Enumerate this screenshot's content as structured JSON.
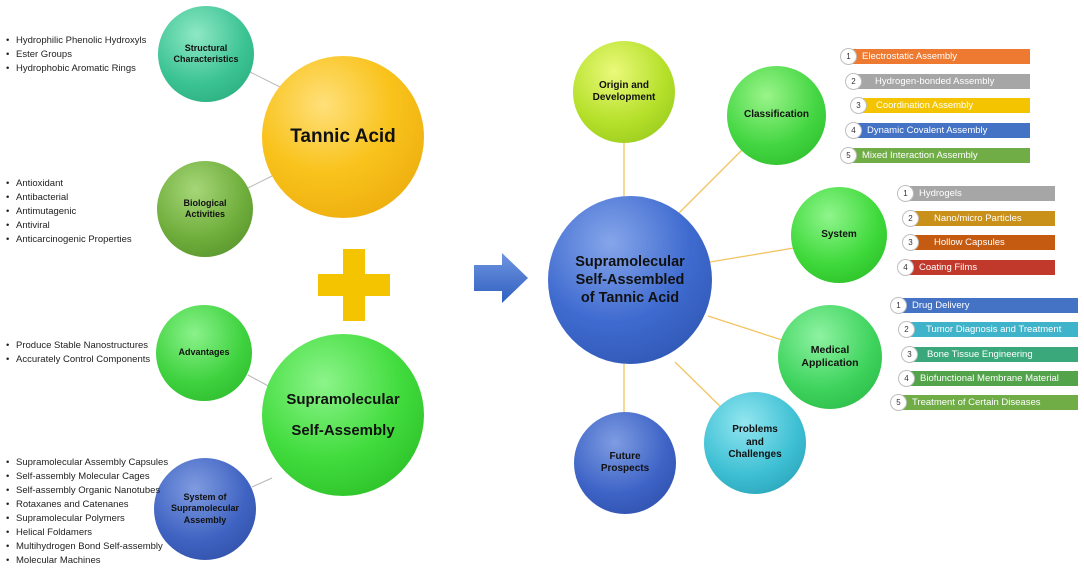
{
  "left": {
    "tannic_acid": "Tannic Acid",
    "structural_characteristics": [
      "Structural",
      "Characteristics"
    ],
    "structural_list": [
      "Hydrophilic Phenolic Hydroxyls",
      "Ester Groups",
      "Hydrophobic Aromatic Rings"
    ],
    "biological_activities": [
      "Biological",
      "Activities"
    ],
    "biological_list": [
      "Antioxidant",
      "Antibacterial",
      "Antimutagenic",
      "Antiviral",
      "Anticarcinogenic Properties"
    ],
    "supramolecular": [
      "Supramolecular",
      "Self-Assembly"
    ],
    "advantages": "Advantages",
    "advantages_list": [
      "Produce Stable Nanostructures",
      "Accurately Control Components"
    ],
    "system": [
      "System of",
      "Supramolecular",
      "Assembly"
    ],
    "system_list": [
      "Supramolecular Assembly Capsules",
      "Self-assembly Molecular Cages",
      "Self-assembly Organic Nanotubes",
      "Rotaxanes and Catenanes",
      "Supramolecular Polymers",
      "Helical Foldamers",
      "Multihydrogen Bond Self-assembly",
      "Molecular Machines"
    ]
  },
  "center": [
    "Supramolecular",
    "Self-Assembled",
    "of Tannic Acid"
  ],
  "right": {
    "origin": [
      "Origin and",
      "Development"
    ],
    "classification": "Classification",
    "classification_items": [
      "Electrostatic Assembly",
      "Hydrogen-bonded Assembly",
      "Coordination Assembly",
      "Dynamic Covalent Assembly",
      "Mixed Interaction Assembly"
    ],
    "system": "System",
    "system_items": [
      "Hydrogels",
      "Nano/micro Particles",
      "Hollow Capsules",
      "Coating Films"
    ],
    "medical": [
      "Medical",
      "Application"
    ],
    "medical_items": [
      "Drug Delivery",
      "Tumor Diagnosis and Treatment",
      "Bone Tissue Engineering",
      "Biofunctional Membrane Material",
      "Treatment of Certain Diseases"
    ],
    "problems": [
      "Problems",
      "and",
      "Challenges"
    ],
    "future": [
      "Future",
      "Prospects"
    ]
  },
  "numbers": [
    "1",
    "2",
    "3",
    "4",
    "5"
  ],
  "colors": {
    "classification": [
      "#ee7a32",
      "#a6a6a6",
      "#f5c400",
      "#4472c4",
      "#70ad47"
    ],
    "system": [
      "#a6a6a6",
      "#c9901a",
      "#c55a11",
      "#c0392b"
    ],
    "medical": [
      "#4472c4",
      "#3fb3c9",
      "#3aa87a",
      "#52a34a",
      "#70ad47"
    ]
  }
}
